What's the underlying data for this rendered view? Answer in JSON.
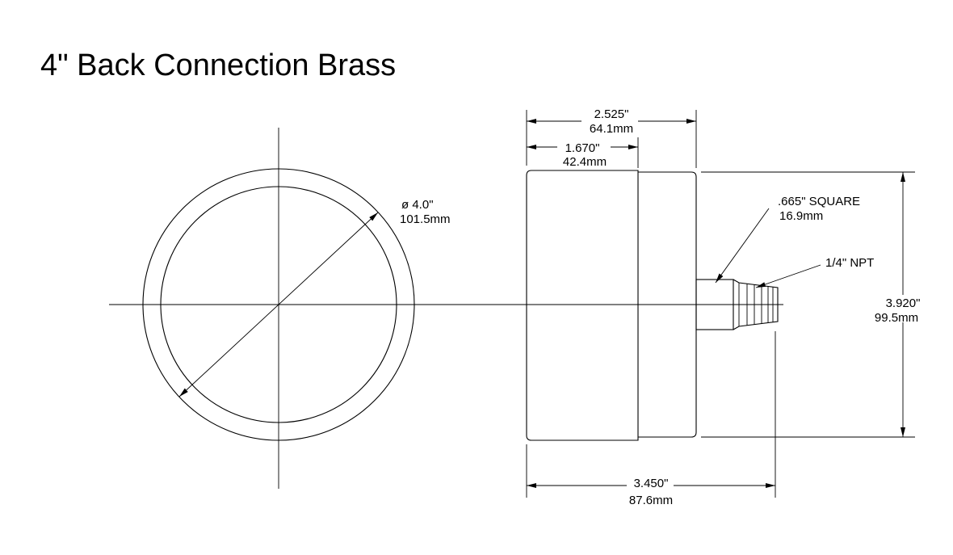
{
  "title": "4\" Back Connection Brass",
  "dimensions": {
    "diameter": {
      "symbol": "ø",
      "imperial": "4.0\"",
      "metric": "101.5mm"
    },
    "overall_depth": {
      "imperial": "2.525\"",
      "metric": "64.1mm"
    },
    "case_depth": {
      "imperial": "1.670\"",
      "metric": "42.4mm"
    },
    "square": {
      "imperial": ".665\" SQUARE",
      "metric": "16.9mm"
    },
    "thread": {
      "label": "1/4\" NPT"
    },
    "height": {
      "imperial": "3.920\"",
      "metric": "99.5mm"
    },
    "total_length": {
      "imperial": "3.450\"",
      "metric": "87.6mm"
    }
  }
}
